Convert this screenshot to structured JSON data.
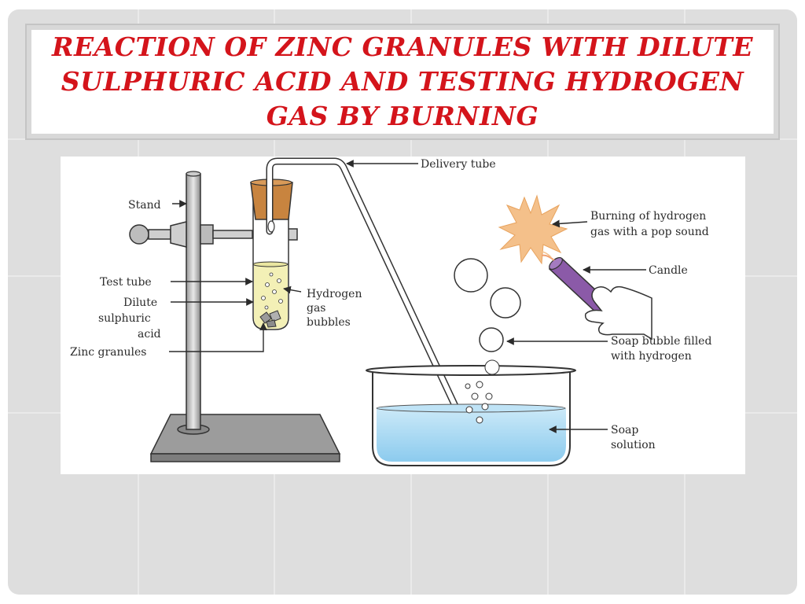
{
  "slide": {
    "title_line1": "REACTION OF ZINC GRANULES WITH DILUTE",
    "title_line2": "SULPHURIC ACID AND TESTING HYDROGEN",
    "title_line3": "GAS BY BURNING"
  },
  "diagram": {
    "labels": {
      "delivery_tube": "Delivery tube",
      "stand": "Stand",
      "test_tube": "Test tube",
      "dilute_line1": "Dilute",
      "dilute_line2": "sulphuric",
      "dilute_line3": "acid",
      "zinc_granules": "Zinc granules",
      "hydrogen_line1": "Hydrogen",
      "hydrogen_line2": "gas",
      "hydrogen_line3": "bubbles",
      "burning_line1": "Burning of hydrogen",
      "burning_line2": "gas with a pop sound",
      "candle": "Candle",
      "soap_bubble_line1": "Soap bubble filled",
      "soap_bubble_line2": "with hydrogen",
      "soap_line1": "Soap",
      "soap_line2": "solution"
    }
  },
  "colors": {
    "title": "#d4141b",
    "slide_bg": "#dedede",
    "soap_solution": "#9fd3ef",
    "cork": "#c8843f",
    "candle": "#8b5aa8",
    "flame": "#f4c08a",
    "acid": "#f3f0b6"
  }
}
